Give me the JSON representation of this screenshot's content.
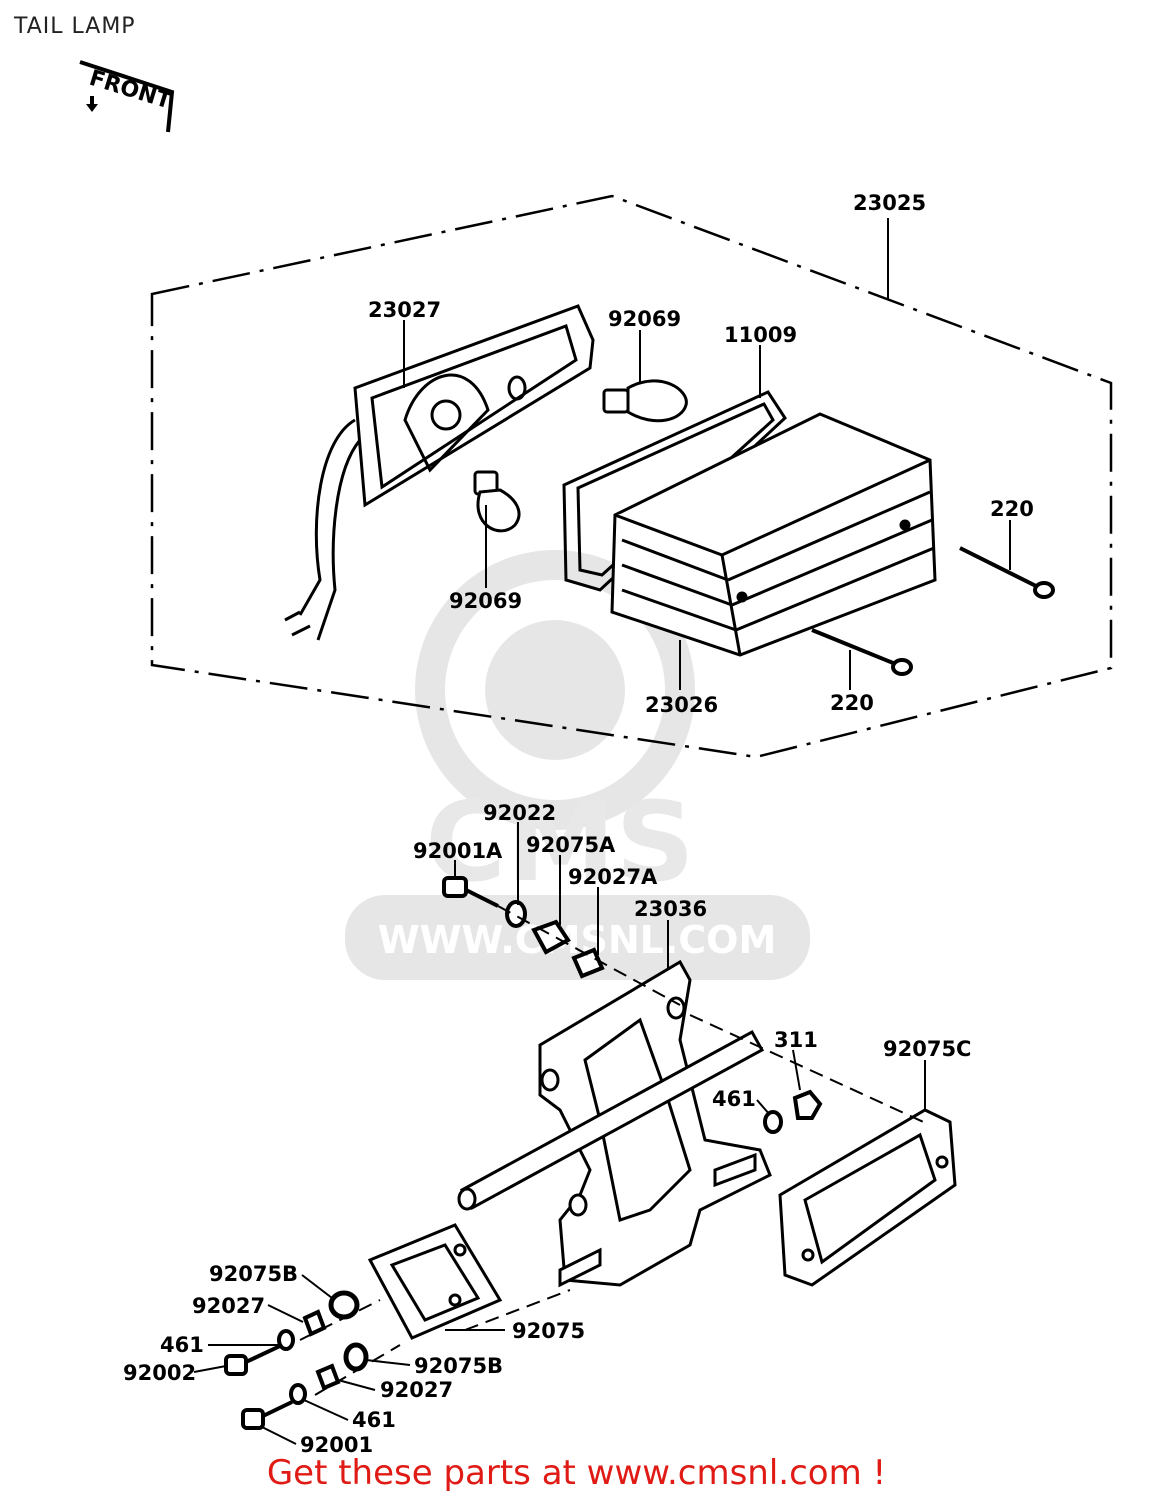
{
  "header": {
    "title": "TAIL LAMP"
  },
  "front_marker": "FRONT",
  "watermark": {
    "brand": "CMS",
    "url": "WWW.CMSNL.COM"
  },
  "parts": {
    "p23025": "23025",
    "p23027": "23027",
    "p92069_top": "92069",
    "p11009": "11009",
    "p92069_bottom": "92069",
    "p220_top": "220",
    "p220_bottom": "220",
    "p23026": "23026",
    "p92001A": "92001A",
    "p92022": "92022",
    "p92075A": "92075A",
    "p92027A": "92027A",
    "p23036": "23036",
    "p311": "311",
    "p92075C": "92075C",
    "p461_right": "461",
    "p92075B_left": "92075B",
    "p92027_left": "92027",
    "p92075": "92075",
    "p461_left": "461",
    "p92002": "92002",
    "p92075B_bottom": "92075B",
    "p92027_bottom": "92027",
    "p461_bottom": "461",
    "p92001": "92001"
  },
  "footer": {
    "text": "Get these parts at www.cmsnl.com !"
  }
}
